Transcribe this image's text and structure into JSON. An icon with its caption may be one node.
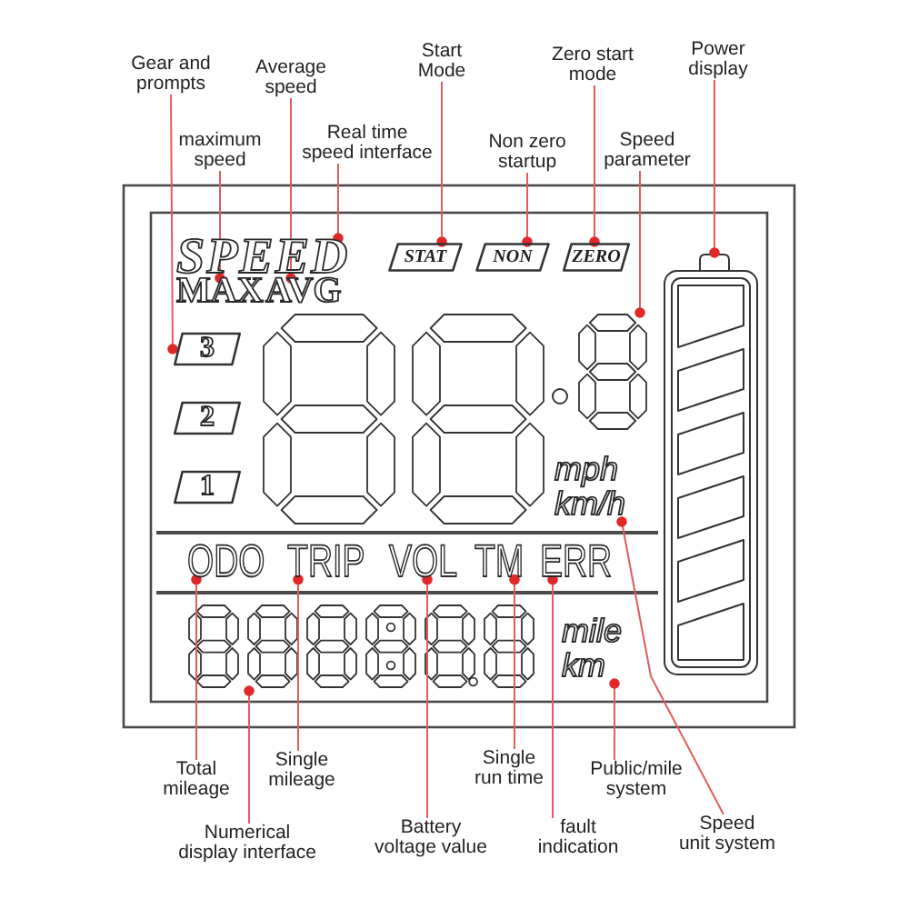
{
  "diagram": {
    "nodes": [
      {
        "text": [
          "Gear and prompts"
        ]
      },
      {
        "text": [
          "Average speed"
        ]
      },
      {
        "text": [
          "Start Mode"
        ]
      },
      {
        "text": [
          "Zero start mode"
        ]
      },
      {
        "text": [
          "Power display"
        ]
      },
      {
        "text": [
          "maximum speed"
        ]
      },
      {
        "text": [
          "Real time speed interface"
        ]
      },
      {
        "text": [
          "Non zero startup"
        ]
      },
      {
        "text": [
          "Speed parameter"
        ]
      },
      {
        "text": [
          "SPEED"
        ]
      },
      {
        "text": [
          "STAT"
        ]
      },
      {
        "text": [
          "NON"
        ]
      },
      {
        "text": [
          "ZERO"
        ]
      },
      {
        "text": [],
        "shape": "picture"
      },
      {
        "text": [
          "MAX"
        ]
      },
      {
        "text": [
          "AVG"
        ]
      },
      {
        "text": [
          "3"
        ]
      },
      {
        "text": [],
        "shape": "picture"
      },
      {
        "text": [
          "2"
        ]
      },
      {
        "text": [
          "1"
        ]
      },
      {
        "text": [
          "mph",
          "km/h"
        ]
      },
      {
        "text": [
          "ODO"
        ]
      },
      {
        "text": [
          "TRIP"
        ]
      },
      {
        "text": [
          "VOL"
        ]
      },
      {
        "text": [
          "TM"
        ]
      },
      {
        "text": [
          "ERR"
        ]
      },
      {
        "text": [],
        "shape": "picture"
      },
      {
        "text": [
          "mile",
          "km"
        ]
      },
      {
        "text": [
          "Total mileage"
        ]
      },
      {
        "text": [
          "Single mileage"
        ]
      },
      {
        "text": [
          "Single run time"
        ]
      },
      {
        "text": [
          "Public/mile system"
        ]
      },
      {
        "text": [
          "Numerical display interface"
        ]
      },
      {
        "text": [
          "Battery voltage value"
        ]
      },
      {
        "text": [
          "fault indication"
        ]
      },
      {
        "text": [
          "Speed unit system"
        ]
      }
    ],
    "edges": [
      {
        "from": 0,
        "to": 16,
        "arrow": "other"
      },
      {
        "from": 1,
        "to": 15,
        "arrow": "other"
      },
      {
        "from": 2,
        "to": 10,
        "arrow": "other"
      },
      {
        "from": 3,
        "to": 12,
        "arrow": "other"
      },
      {
        "from": 4,
        "to": 13,
        "arrow": "other"
      },
      {
        "from": 5,
        "to": 14,
        "arrow": "other"
      },
      {
        "from": 6,
        "to": 9,
        "arrow": "other"
      },
      {
        "from": 7,
        "to": 11,
        "arrow": "other"
      },
      {
        "from": 8,
        "to": 17,
        "arrow": "other"
      },
      {
        "from": 28,
        "to": 21,
        "arrow": "other"
      },
      {
        "from": 29,
        "to": 22,
        "arrow": "other"
      },
      {
        "from": 30,
        "to": 24,
        "arrow": "other"
      },
      {
        "from": 31,
        "to": 27,
        "arrow": "other"
      },
      {
        "from": 32,
        "to": 26,
        "arrow": "other"
      },
      {
        "from": 33,
        "to": 23,
        "arrow": "other"
      },
      {
        "from": 34,
        "to": 25,
        "arrow": "other"
      },
      {
        "from": 35,
        "to": 20,
        "arrow": "other"
      }
    ]
  }
}
